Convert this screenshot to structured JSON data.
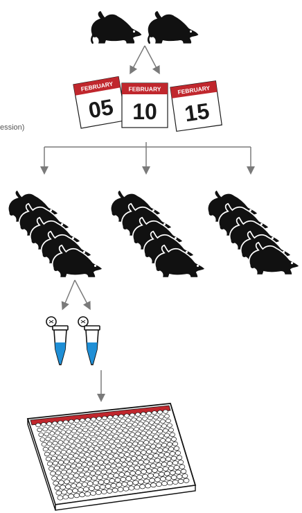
{
  "side_note": "ession)",
  "colors": {
    "ink": "#111111",
    "arrow": "#7a7a7a",
    "calendar_red": "#c0272d",
    "tube_liquid": "#1f8fd6",
    "plate_rim": "#c0272d"
  },
  "parents": {
    "icon": "mouse-icon",
    "count": 2
  },
  "calendars": [
    {
      "month": "FEBRUARY",
      "day": "05"
    },
    {
      "month": "FEBRUARY",
      "day": "10"
    },
    {
      "month": "FEBRUARY",
      "day": "15"
    }
  ],
  "litters": {
    "icon": "mouse-icon",
    "groups": 3,
    "mice_per_group": 5
  },
  "tubes": {
    "icon": "microcentrifuge-tube-icon",
    "count": 2
  },
  "plate": {
    "icon": "microplate-icon",
    "rows": 16,
    "columns": 24
  }
}
